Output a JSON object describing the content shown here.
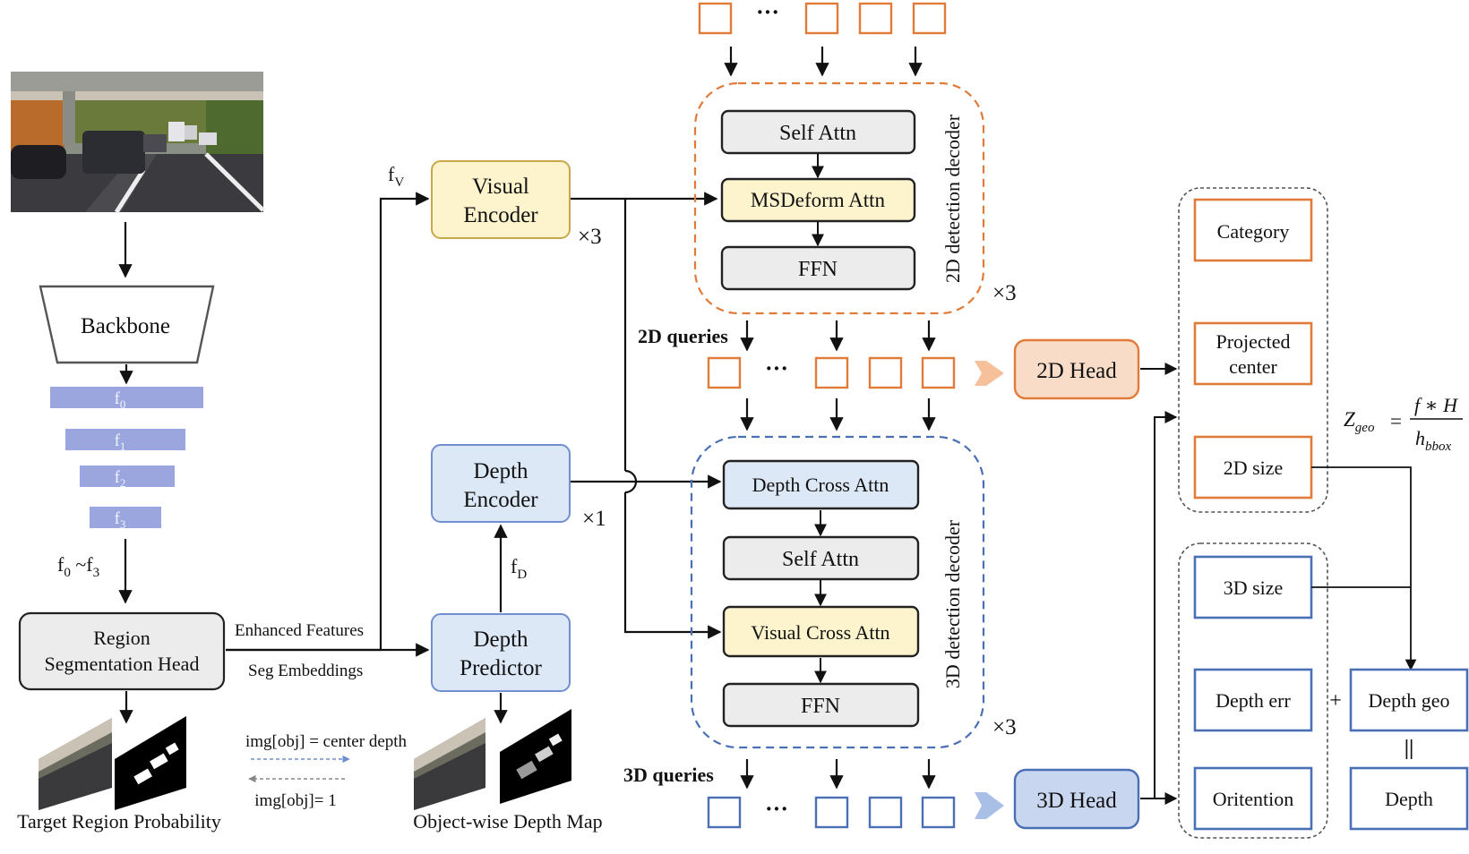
{
  "input_image": {
    "scene": "highway-under-bridge"
  },
  "backbone": {
    "label": "Backbone"
  },
  "features": [
    {
      "base": "f",
      "sub": "0"
    },
    {
      "base": "f",
      "sub": "1"
    },
    {
      "base": "f",
      "sub": "2"
    },
    {
      "base": "f",
      "sub": "3"
    }
  ],
  "feature_range": {
    "a_base": "f",
    "a_sub": "0",
    "sep": " ~",
    "b_base": "f",
    "b_sub": "3"
  },
  "region_head": {
    "line1": "Region",
    "line2": "Segmentation Head"
  },
  "enhanced_features_label": "Enhanced Features",
  "seg_embeddings_label": "Seg Embeddings",
  "visual_encoder": {
    "line1": "Visual",
    "line2": "Encoder",
    "repeat": "×3",
    "fv_base": "f",
    "fv_sub": "V"
  },
  "depth_encoder": {
    "line1": "Depth",
    "line2": "Encoder",
    "repeat": "×1"
  },
  "depth_predictor": {
    "line1": "Depth",
    "line2": "Predictor",
    "fd_base": "f",
    "fd_sub": "D"
  },
  "decoder_2d": {
    "title": "2D detection decoder",
    "repeat": "×3",
    "layers": [
      "Self Attn",
      "MSDeform Attn",
      "FFN"
    ]
  },
  "decoder_3d": {
    "title": "3D detection decoder",
    "repeat": "×3",
    "layers": [
      "Depth Cross Attn",
      "Self Attn",
      "Visual Cross Attn",
      "FFN"
    ]
  },
  "queries_2d_label": "2D queries",
  "queries_3d_label": "3D queries",
  "ellipsis": "···",
  "head_2d": "2D Head",
  "head_3d": "3D Head",
  "outputs_2d": [
    "Category",
    "Projected center",
    "2D size"
  ],
  "outputs_3d": [
    "3D size",
    "Depth err",
    "Oritention"
  ],
  "depth_geo": "Depth geo",
  "depth": "Depth",
  "plus": "+",
  "equals": "||",
  "formula": {
    "lhs": "Z",
    "lhs_sub": "geo",
    "eq": "=",
    "num": "f ∗ H",
    "den": "h",
    "den_sub": "bbox"
  },
  "target_region_label": "Target Region Probability",
  "object_depth_label": "Object-wise Depth Map",
  "img_center_depth": "img[obj] = center depth",
  "img_one": "img[obj]= 1",
  "colors": {
    "orange": "#e07b39",
    "orange_fill": "#f9dcc8",
    "blue": "#4a6fb5",
    "blue_fill": "#dde8f7",
    "yellow_fill": "#fdf3cc",
    "gray_fill": "#ececec",
    "feature_bar": "#9aa6dd"
  }
}
